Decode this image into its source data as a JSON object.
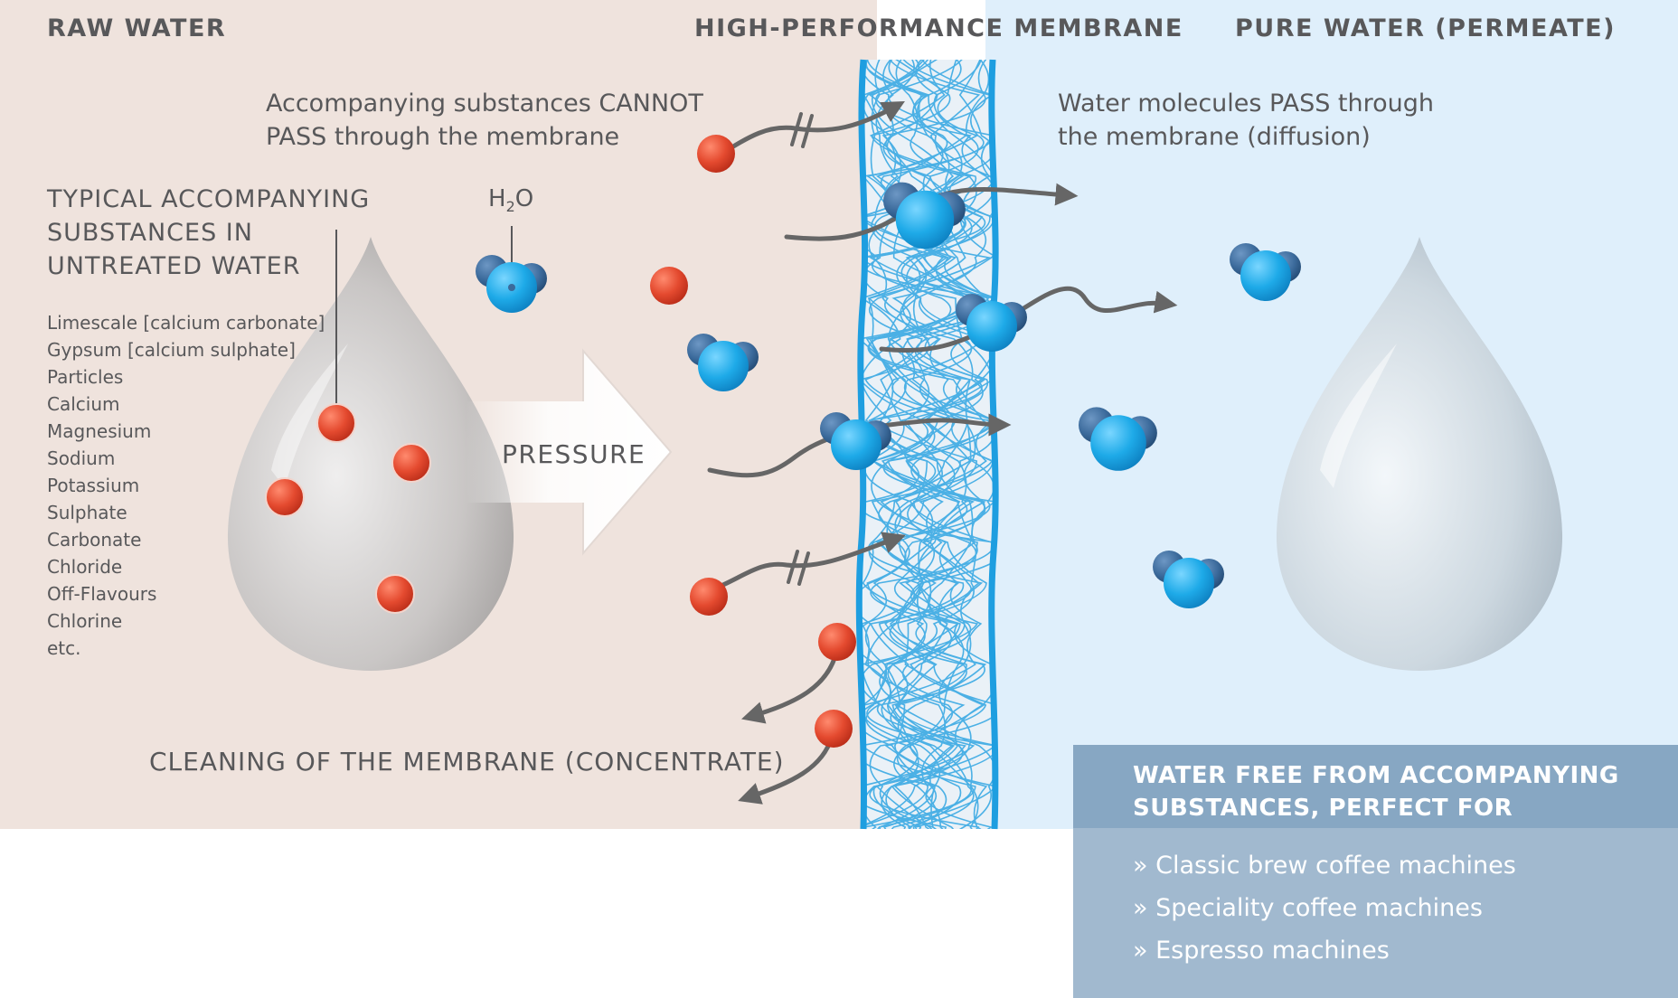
{
  "headings": {
    "raw_water": "RAW WATER",
    "membrane": "HIGH-PERFORMANCE MEMBRANE",
    "pure_water": "PURE WATER (PERMEATE)"
  },
  "notes": {
    "cannot_pass": "Accompanying substances CANNOT PASS through the membrane",
    "water_pass": "Water molecules PASS through the membrane (diffusion)"
  },
  "substances": {
    "title": "TYPICAL ACCOMPANYING SUBSTANCES IN UNTREATED WATER",
    "items": [
      "Limescale [calcium carbonate]",
      "Gypsum [calcium sulphate]",
      "Particles",
      "Calcium",
      "Magnesium",
      "Sodium",
      "Potassium",
      "Sulphate",
      "Carbonate",
      "Chloride",
      "Off-Flavours",
      "Chlorine",
      "etc."
    ]
  },
  "h2o": {
    "h": "H",
    "sub": "2",
    "o": "O"
  },
  "pressure_label": "PRESSURE",
  "concentrate_label": "CLEANING OF THE MEMBRANE (CONCENTRATE)",
  "info_box": {
    "title": "WATER FREE FROM ACCOMPANYING SUBSTANCES, PERFECT FOR",
    "items": [
      "» Classic brew coffee machines",
      "» Speciality coffee machines",
      "» Espresso machines"
    ]
  },
  "colors": {
    "raw_bg": "#efe3dd",
    "pure_bg": "#dfeffb",
    "membrane_blue": "#1e9ee0",
    "contaminant_red": "#e0432b",
    "water_light_blue": "#1aa9e6",
    "water_dark_blue": "#2d5f90",
    "info_top": "#87a7c3",
    "info_bottom": "#a1b9cf"
  }
}
